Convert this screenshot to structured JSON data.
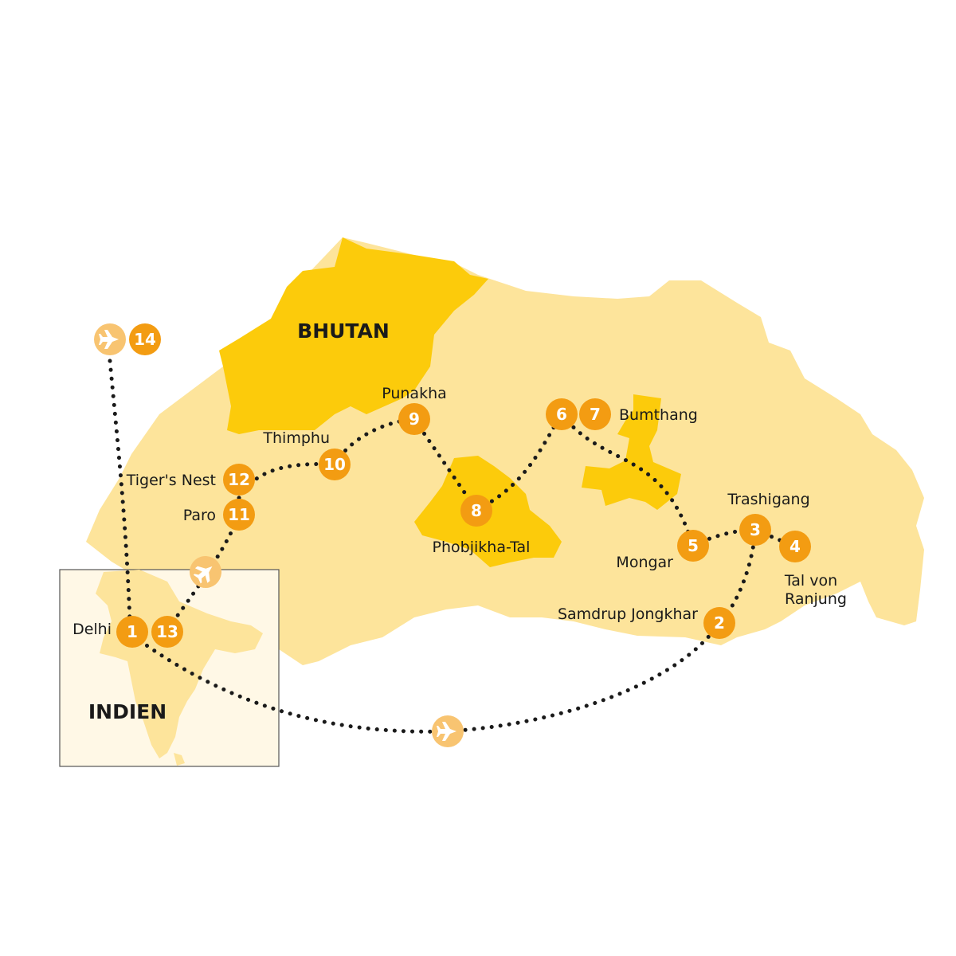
{
  "map": {
    "country_label": "BHUTAN",
    "inset_label": "INDIEN",
    "colors": {
      "country": "#fde49b",
      "region": "#fccb0b",
      "inset_bg": "#fff8e6",
      "stop": "#f39c12",
      "plane": "#f8c471",
      "route": "#1a1a1a"
    },
    "places": {
      "delhi": "Delhi",
      "tigers_nest": "Tiger's Nest",
      "paro": "Paro",
      "thimphu": "Thimphu",
      "punakha": "Punakha",
      "phobjikha": "Phobjikha-Tal",
      "bumthang": "Bumthang",
      "trashigang": "Trashigang",
      "mongar": "Mongar",
      "ranjung_line1": "Tal von",
      "ranjung_line2": "Ranjung",
      "samdrup": "Samdrup Jongkhar"
    },
    "stops": [
      "1",
      "2",
      "3",
      "4",
      "5",
      "6",
      "7",
      "8",
      "9",
      "10",
      "11",
      "12",
      "13",
      "14"
    ],
    "plane_icons": [
      "plane-icon"
    ]
  }
}
